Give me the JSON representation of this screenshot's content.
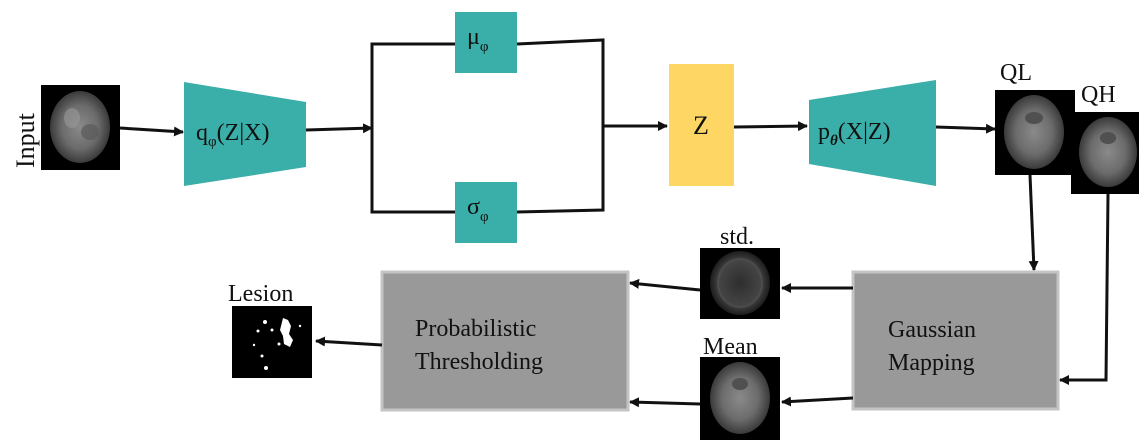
{
  "labels": {
    "input": "Input",
    "encoder_q": "q",
    "encoder_q_sub": "φ",
    "encoder_q_args": "(Z|X)",
    "mu": "μ",
    "mu_sub": "φ",
    "sigma": "σ",
    "sigma_sub": "φ",
    "z": "Z",
    "decoder_p": "p",
    "decoder_p_sub": "θ",
    "decoder_p_args": "(X|Z)",
    "ql": "QL",
    "qh": "QH",
    "std": "std.",
    "mean": "Mean",
    "gaussian_line1": "Gaussian",
    "gaussian_line2": "Mapping",
    "prob_line1": "Probabilistic",
    "prob_line2": "Thresholding",
    "lesion": "Lesion"
  },
  "colors": {
    "teal": "#3aaea8",
    "yellow": "#fdd663",
    "gray_box": "#999999",
    "gray_border": "#c4c4c4",
    "line": "#111111"
  }
}
